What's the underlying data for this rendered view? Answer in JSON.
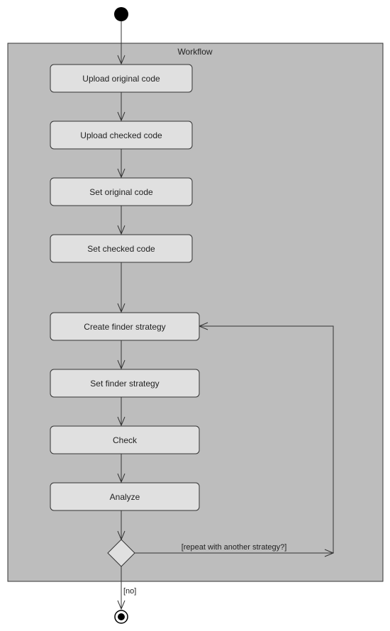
{
  "diagram": {
    "container_title": "Workflow",
    "actions": [
      {
        "id": "upload-original",
        "label": "Upload original code"
      },
      {
        "id": "upload-checked",
        "label": "Upload checked code"
      },
      {
        "id": "set-original",
        "label": "Set original code"
      },
      {
        "id": "set-checked",
        "label": "Set checked code"
      },
      {
        "id": "create-finder",
        "label": "Create finder strategy"
      },
      {
        "id": "set-finder",
        "label": "Set finder strategy"
      },
      {
        "id": "check",
        "label": "Check"
      },
      {
        "id": "analyze",
        "label": "Analyze"
      }
    ],
    "guards": {
      "repeat": "[repeat with another strategy?]",
      "no": "[no]"
    },
    "colors": {
      "container_fill": "#bdbdbd",
      "action_fill": "#e0e0e0",
      "stroke": "#333333"
    }
  }
}
